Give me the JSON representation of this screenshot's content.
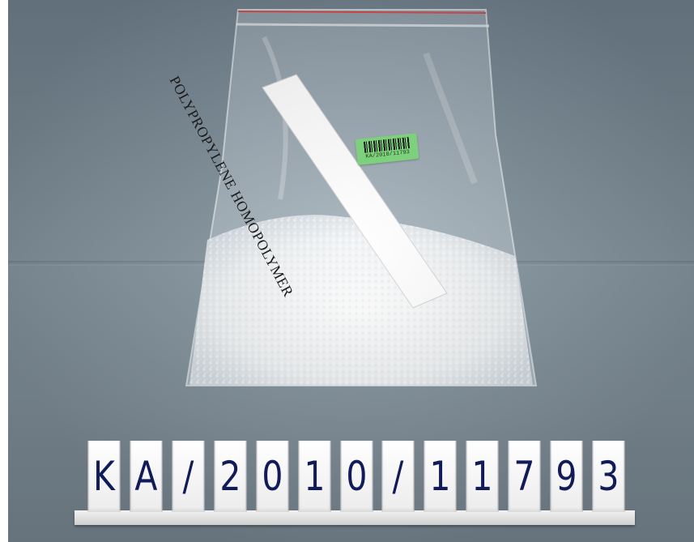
{
  "photo": {
    "description_type": "museum object photograph"
  },
  "bag_label": {
    "text": "POLYPROPYLENE HOMOPOLYMER"
  },
  "barcode_tag": {
    "code": "KA/2010/11793"
  },
  "registration_plate": {
    "characters": [
      "K",
      "A",
      "/",
      "2",
      "0",
      "1",
      "0",
      "/",
      "1",
      "1",
      "7",
      "9",
      "3"
    ]
  },
  "colors": {
    "background": "#7f8e99",
    "tag_green": "#7ed17c",
    "plate_text": "#101b57",
    "bag_seal_red": "#d84a4a"
  }
}
